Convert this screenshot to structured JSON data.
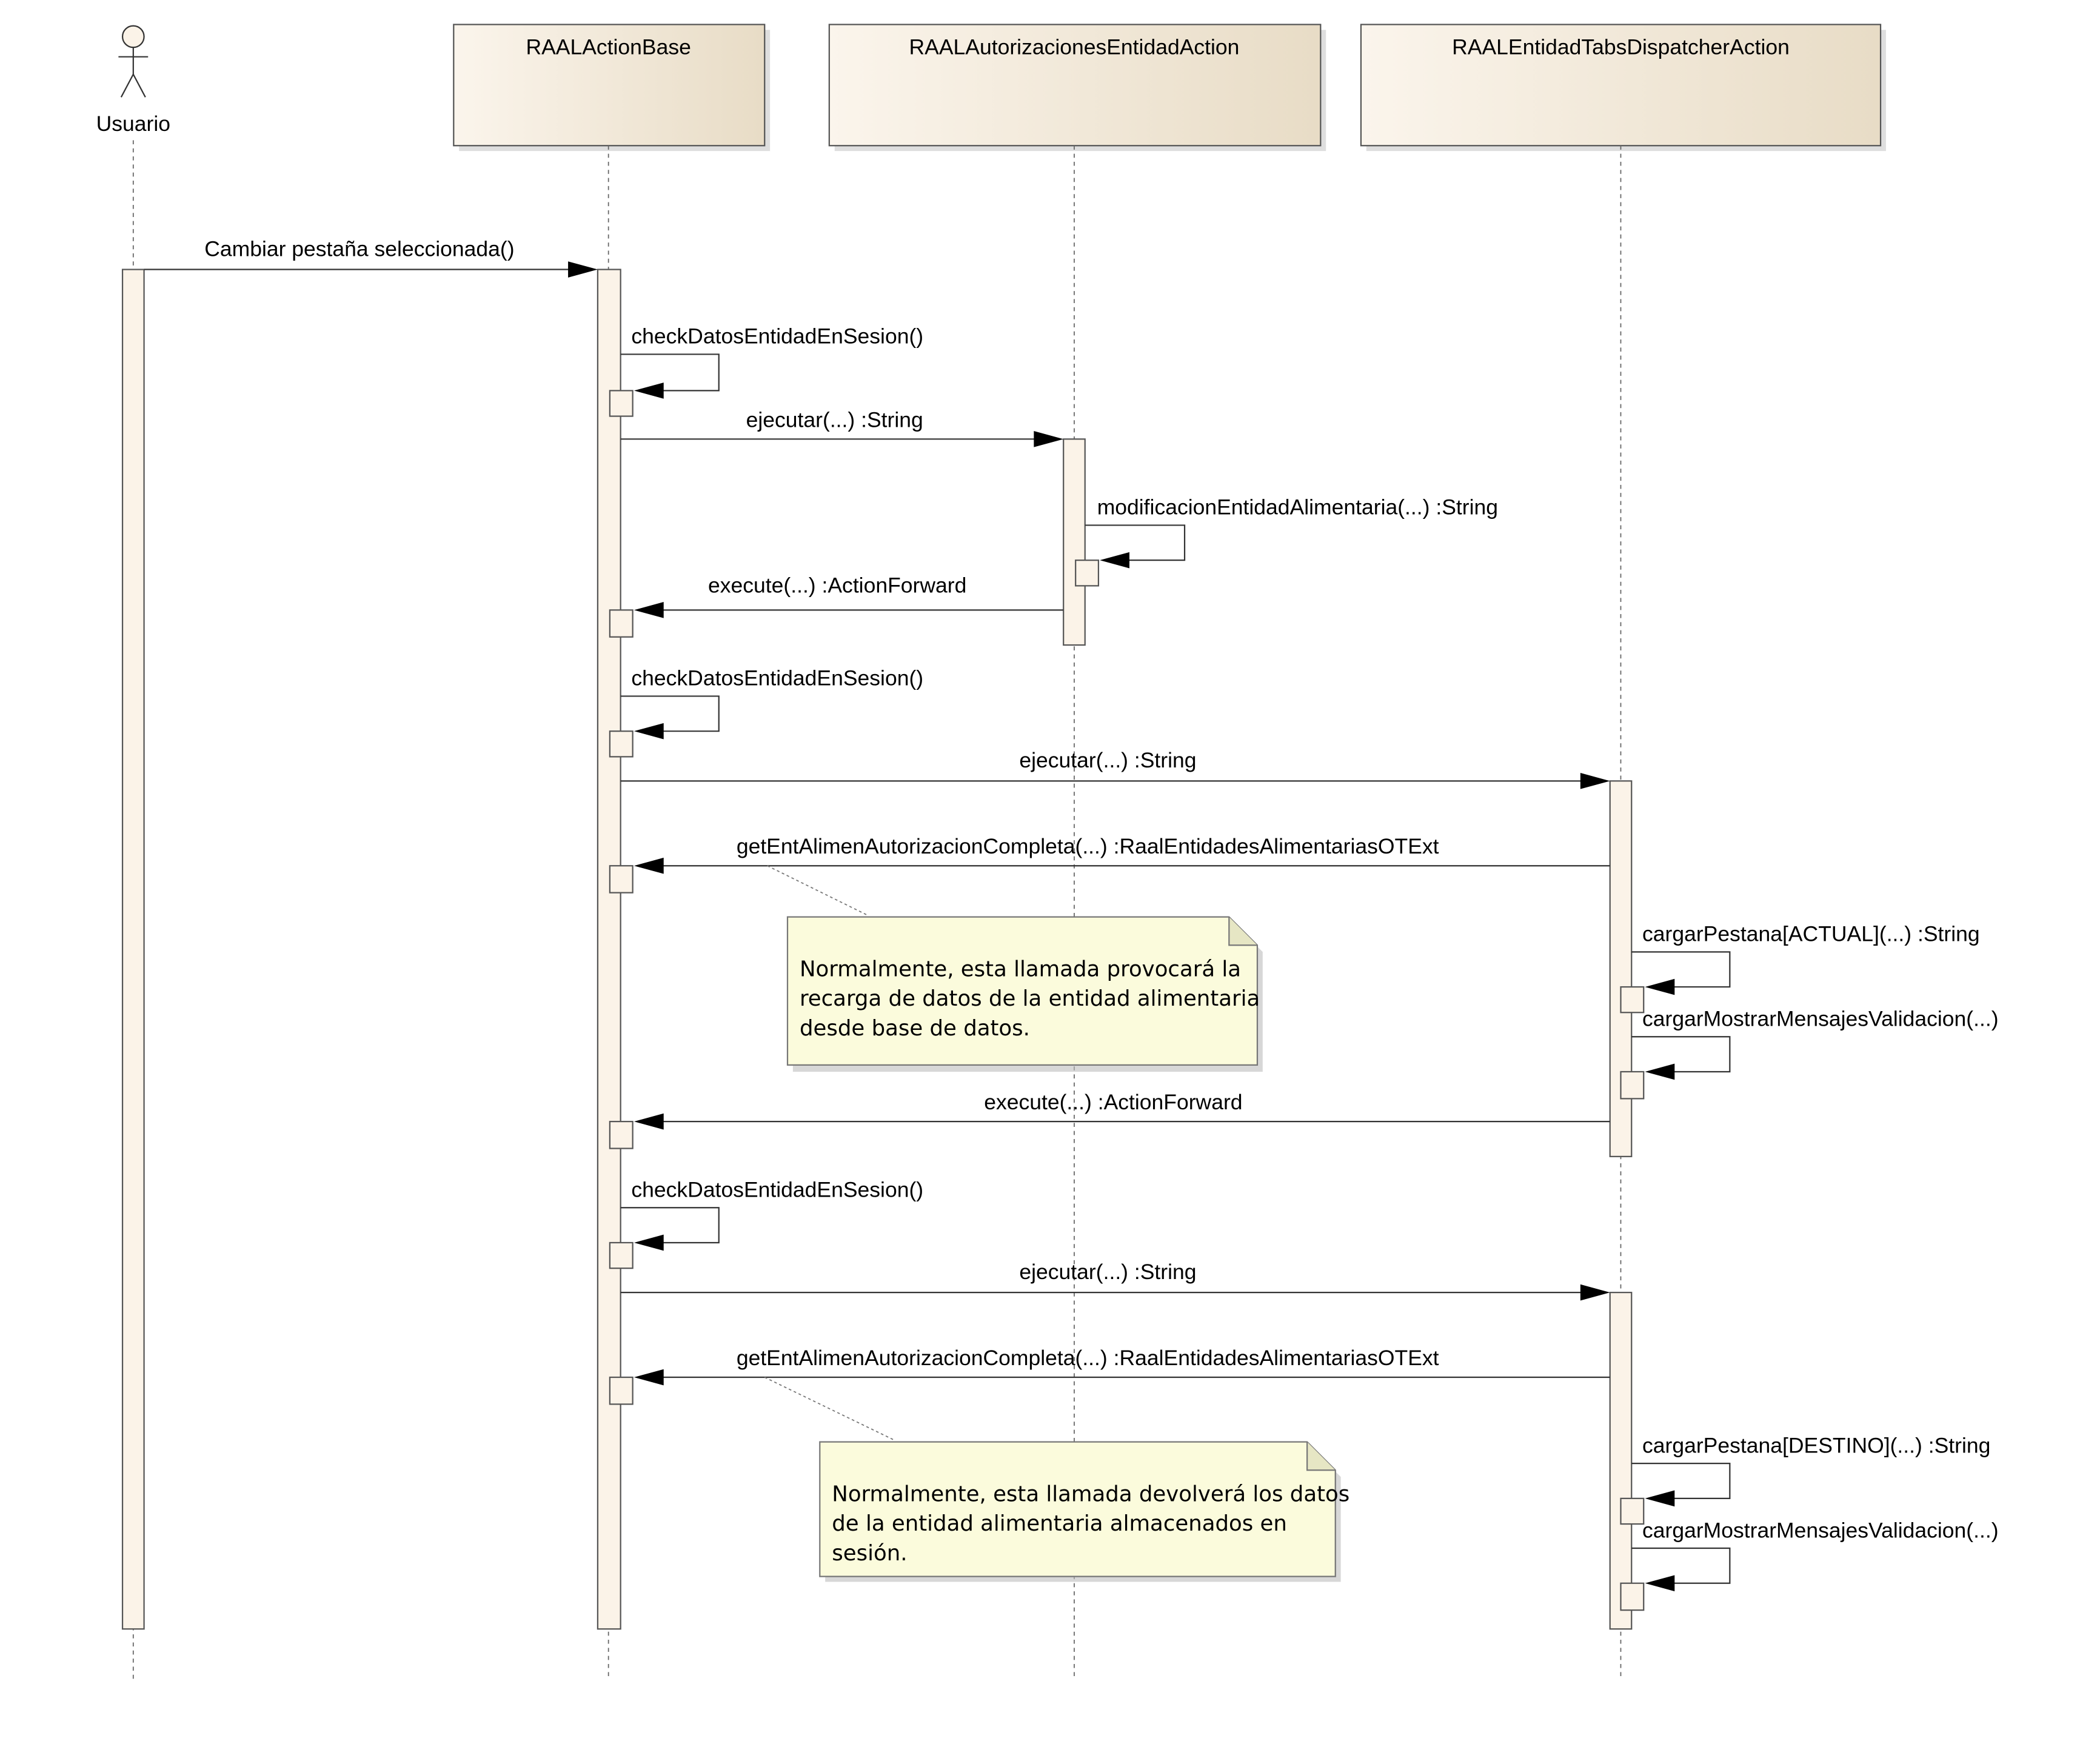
{
  "actor": {
    "label": "Usuario"
  },
  "lifelines": [
    {
      "id": "base",
      "label": "RAALActionBase"
    },
    {
      "id": "aut",
      "label": "RAALAutorizacionesEntidadAction"
    },
    {
      "id": "tabs",
      "label": "RAALEntidadTabsDispatcherAction"
    }
  ],
  "messages": [
    {
      "label": "Cambiar pestaña seleccionada()",
      "from": "usuario",
      "to": "base"
    },
    {
      "label": "checkDatosEntidadEnSesion()",
      "from": "base",
      "to": "base"
    },
    {
      "label": "ejecutar(...) :String",
      "from": "base",
      "to": "aut"
    },
    {
      "label": "modificacionEntidadAlimentaria(...) :String",
      "from": "aut",
      "to": "aut"
    },
    {
      "label": "execute(...) :ActionForward",
      "from": "aut",
      "to": "base"
    },
    {
      "label": "checkDatosEntidadEnSesion()",
      "from": "base",
      "to": "base"
    },
    {
      "label": "ejecutar(...) :String",
      "from": "base",
      "to": "tabs"
    },
    {
      "label": "getEntAlimenAutorizacionCompleta(...) :RaalEntidadesAlimentariasOTExt",
      "from": "tabs",
      "to": "base"
    },
    {
      "label": "cargarPestana[ACTUAL](...) :String",
      "from": "tabs",
      "to": "tabs"
    },
    {
      "label": "cargarMostrarMensajesValidacion(...)",
      "from": "tabs",
      "to": "tabs"
    },
    {
      "label": "execute(...) :ActionForward",
      "from": "tabs",
      "to": "base"
    },
    {
      "label": "checkDatosEntidadEnSesion()",
      "from": "base",
      "to": "base"
    },
    {
      "label": "ejecutar(...) :String",
      "from": "base",
      "to": "tabs"
    },
    {
      "label": "getEntAlimenAutorizacionCompleta(...) :RaalEntidadesAlimentariasOTExt",
      "from": "tabs",
      "to": "base"
    },
    {
      "label": "cargarPestana[DESTINO](...) :String",
      "from": "tabs",
      "to": "tabs"
    },
    {
      "label": "cargarMostrarMensajesValidacion(...)",
      "from": "tabs",
      "to": "tabs"
    }
  ],
  "notes": [
    {
      "lines": [
        "Normalmente, esta llamada provocará la",
        "recarga de datos de la entidad alimentaria",
        "desde base de datos."
      ]
    },
    {
      "lines": [
        "Normalmente, esta llamada devolverá los datos",
        "de la entidad alimentaria almacenados en",
        "sesión."
      ]
    }
  ],
  "colors": {
    "header_fill_start": "#fbf5ec",
    "header_fill_end": "#e8dcc6",
    "activation_fill": "#fbf3e8",
    "note_fill": "#fbfbdc",
    "line": "#333333"
  }
}
